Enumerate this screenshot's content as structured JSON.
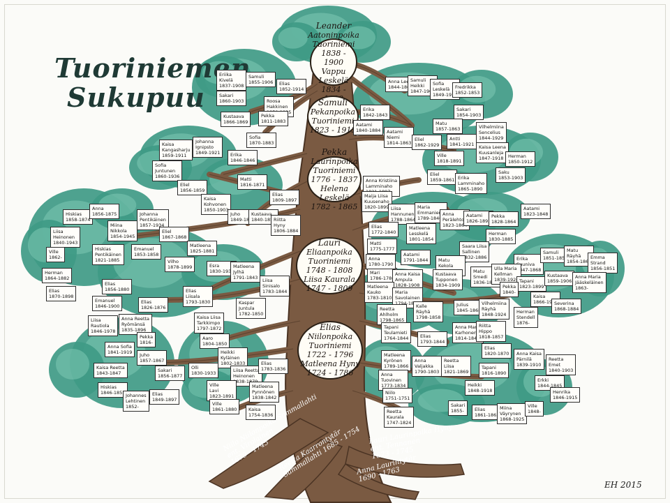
{
  "title": {
    "line1": "Tuoriniemen",
    "line2": "Sukupuu"
  },
  "signature": "EH 2015",
  "colors": {
    "foliage": "#3f9a85",
    "foliage_light": "#7ec8b4",
    "trunk": "#7a5a42",
    "trunk_dark": "#4a3323",
    "box": "#fffefa"
  },
  "ancestors": [
    {
      "id": "leander",
      "lines": [
        "Leander",
        "Aatoninpoika",
        "Tuoriniemi",
        "1838 - 1900",
        "Vappu Leskelä",
        "1834 - 1890"
      ]
    },
    {
      "id": "samuli",
      "lines": [
        "Samuli",
        "Pekanpoika",
        "Tuoriniemi",
        "1823 - 1915"
      ]
    },
    {
      "id": "pekka",
      "lines": [
        "Pekka",
        "Laurinpoika",
        "Tuoriniemi",
        "1776 - 1837",
        "Helena Leskelä",
        "1782 - 1865"
      ]
    },
    {
      "id": "lauri",
      "lines": [
        "Lauri",
        "Eliaanpoika",
        "Tuoriniemi",
        "1748 - 1808",
        "Liisa Kaurala",
        "1747 - 1809"
      ]
    },
    {
      "id": "elias",
      "lines": [
        "Elias",
        "Niilonpoika",
        "Tuoriniemi",
        "1722 - 1796",
        "Matleena Hyny",
        "1724 - 1786"
      ]
    }
  ],
  "roots": [
    {
      "id": "niilo",
      "lines": [
        "Niilo Niilonpoika Sammallahti",
        "ent. Virolainen",
        "1679 - 1745"
      ]
    },
    {
      "id": "reetta",
      "lines": [
        "Reetta Kaarrontytär",
        "Sammallahti 1685 - 1754"
      ]
    },
    {
      "id": "lauri-hyny",
      "lines": [
        "Lauri Laurinpoika Hyny",
        "ent. Tennanen",
        "1673 - 1745"
      ]
    },
    {
      "id": "anna",
      "lines": [
        "Anna Laurintytär",
        "1690 - 1763"
      ]
    }
  ],
  "people": [
    {
      "id": "p1",
      "lines": [
        "Eriika",
        "Kivelä",
        "1837-1908"
      ]
    },
    {
      "id": "p2",
      "lines": [
        "Samuli",
        "1855-1906"
      ]
    },
    {
      "id": "p3",
      "lines": [
        "Elias",
        "1852-1914"
      ]
    },
    {
      "id": "p4",
      "lines": [
        "Sakari",
        "1860-1903"
      ]
    },
    {
      "id": "p5",
      "lines": [
        "Roosa",
        "Hakkinen",
        "1850-1925"
      ]
    },
    {
      "id": "p6",
      "lines": [
        "Pekka",
        "1811-1883"
      ]
    },
    {
      "id": "p7",
      "lines": [
        "Kustaava",
        "1866-1869"
      ]
    },
    {
      "id": "p8",
      "lines": [
        "Sofia",
        "1870-1883"
      ]
    },
    {
      "id": "p9",
      "lines": [
        "Anna Leena",
        "1844-1866"
      ]
    },
    {
      "id": "p10",
      "lines": [
        "Samuli",
        "Heikki",
        "1847-1903"
      ]
    },
    {
      "id": "p11",
      "lines": [
        "Sofia",
        "Leskelä",
        "1849-1918"
      ]
    },
    {
      "id": "p12",
      "lines": [
        "Fredrikka",
        "1852-1853"
      ]
    },
    {
      "id": "p13",
      "lines": [
        "Erika",
        "1842-1843"
      ]
    },
    {
      "id": "p14",
      "lines": [
        "Sakari",
        "1854-1903"
      ]
    },
    {
      "id": "p15",
      "lines": [
        "Aatami",
        "1840-1884"
      ]
    },
    {
      "id": "p16",
      "lines": [
        "Matu",
        "1857-1863"
      ]
    },
    {
      "id": "p17",
      "lines": [
        "Aatami",
        "Niemi",
        "1814-1863"
      ]
    },
    {
      "id": "p18",
      "lines": [
        "Vilhelmiina",
        "Sencelius",
        "1844-1929"
      ]
    },
    {
      "id": "p19",
      "lines": [
        "Antti",
        "1841-1921"
      ]
    },
    {
      "id": "p20",
      "lines": [
        "Eliel",
        "1862-1929"
      ]
    },
    {
      "id": "p21",
      "lines": [
        "Kaisa Leena",
        "Kuusanleja",
        "1847-1918"
      ]
    },
    {
      "id": "p22",
      "lines": [
        "Ville",
        "1818-1891"
      ]
    },
    {
      "id": "p23",
      "lines": [
        "Herman",
        "1850-1912"
      ]
    },
    {
      "id": "p24",
      "lines": [
        "Saku",
        "1853-1903"
      ]
    },
    {
      "id": "p25",
      "lines": [
        "Eliel",
        "1859-1861"
      ]
    },
    {
      "id": "p26",
      "lines": [
        "Erika",
        "Lamminaho",
        "1865-1890"
      ]
    },
    {
      "id": "p27",
      "lines": [
        "Kaisa",
        "Kangasharju",
        "1859-1911"
      ]
    },
    {
      "id": "p28",
      "lines": [
        "Johanna",
        "Ignipsto",
        "1849-1921"
      ]
    },
    {
      "id": "p29",
      "lines": [
        "Sofia",
        "Juntunen",
        "1860-1936"
      ]
    },
    {
      "id": "p30",
      "lines": [
        "Erika",
        "1846-1846"
      ]
    },
    {
      "id": "p31",
      "lines": [
        "Eliel",
        "1856-1859"
      ]
    },
    {
      "id": "p32",
      "lines": [
        "Matti",
        "1816-1871"
      ]
    },
    {
      "id": "p33",
      "lines": [
        "Kaisa",
        "Kohvonen",
        "1850-1903"
      ]
    },
    {
      "id": "p34",
      "lines": [
        "Elias",
        "1809-1897"
      ]
    },
    {
      "id": "p35",
      "lines": [
        "Juho",
        "1849-1888"
      ]
    },
    {
      "id": "p36",
      "lines": [
        "Kustaava",
        "1840-1853"
      ]
    },
    {
      "id": "p37",
      "lines": [
        "Riitta",
        "Hyny",
        "1806-1884"
      ]
    },
    {
      "id": "p38",
      "lines": [
        "Anna Kristiina",
        "Lamminaho",
        "1821-1897"
      ]
    },
    {
      "id": "p39",
      "lines": [
        "Maija Liisa",
        "Kuusenaho",
        "1820-1899"
      ]
    },
    {
      "id": "p40",
      "lines": [
        "Liisa",
        "Hannunen",
        "1788-1864"
      ]
    },
    {
      "id": "p41",
      "lines": [
        "Maria",
        "Emmaniemi",
        "1789-1840"
      ]
    },
    {
      "id": "p42",
      "lines": [
        "Aatami",
        "1823-1848"
      ]
    },
    {
      "id": "p43",
      "lines": [
        "Elias",
        "1772-1840"
      ]
    },
    {
      "id": "p44",
      "lines": [
        "Matleena",
        "Lesskelä",
        "1801-1854"
      ]
    },
    {
      "id": "p45",
      "lines": [
        "Anna",
        "Perälehto",
        "1823-1864"
      ]
    },
    {
      "id": "p46",
      "lines": [
        "Aatami",
        "1826-1893"
      ]
    },
    {
      "id": "p47",
      "lines": [
        "Pekka",
        "1828-1864"
      ]
    },
    {
      "id": "p48",
      "lines": [
        "Herman",
        "1830-1885"
      ]
    },
    {
      "id": "p49",
      "lines": [
        "Matti",
        "1775-1777"
      ]
    },
    {
      "id": "p50",
      "lines": [
        "Aatami",
        "1791-1844"
      ]
    },
    {
      "id": "p51",
      "lines": [
        "Saara Liisa",
        "Sallinen",
        "1832-1886"
      ]
    },
    {
      "id": "p52",
      "lines": [
        "Erika",
        "Suuniva",
        "1847-1868"
      ]
    },
    {
      "id": "p53",
      "lines": [
        "Samuli",
        "1851-1856"
      ]
    },
    {
      "id": "p54",
      "lines": [
        "Matu",
        "Räyhä",
        "1854-1864"
      ]
    },
    {
      "id": "p55",
      "lines": [
        "Emma",
        "Strand",
        "1856-1851"
      ]
    },
    {
      "id": "p56",
      "lines": [
        "Mari",
        "1786-1786"
      ]
    },
    {
      "id": "p57",
      "lines": [
        "Matu",
        "Kekola",
        "1833-1893"
      ]
    },
    {
      "id": "p58",
      "lines": [
        "Anna",
        "1780-1790"
      ]
    },
    {
      "id": "p59",
      "lines": [
        "Anna Kaisa",
        "Ampula",
        "1828-1908"
      ]
    },
    {
      "id": "p60",
      "lines": [
        "Kustaava",
        "Tupponen",
        "1834-1909"
      ]
    },
    {
      "id": "p61",
      "lines": [
        "Matu",
        "Smedi",
        "1836-1870"
      ]
    },
    {
      "id": "p62",
      "lines": [
        "Ulla Maria",
        "Kellman",
        "1839-1926"
      ]
    },
    {
      "id": "p63",
      "lines": [
        "Tapani",
        "1823-1899"
      ]
    },
    {
      "id": "p64",
      "lines": [
        "Kustaava",
        "1859-1906"
      ]
    },
    {
      "id": "p65",
      "lines": [
        "Anna Maria",
        "Jääskeläinen",
        "1863-"
      ]
    },
    {
      "id": "p66",
      "lines": [
        "Matleena",
        "Kauko",
        "1783-1810"
      ]
    },
    {
      "id": "p67",
      "lines": [
        "Maria",
        "Savolainen",
        "1794-1854"
      ]
    },
    {
      "id": "p68",
      "lines": [
        "Pekka",
        "1840-"
      ]
    },
    {
      "id": "p69",
      "lines": [
        "Kaisa",
        "1866-1914"
      ]
    },
    {
      "id": "p70",
      "lines": [
        "Severina",
        "1868-1884"
      ]
    },
    {
      "id": "p71",
      "lines": [
        "Reetta",
        "Ahlholm",
        "1798-1865"
      ]
    },
    {
      "id": "p72",
      "lines": [
        "Kalle",
        "Räyhä",
        "1798-1858"
      ]
    },
    {
      "id": "p73",
      "lines": [
        "Julius",
        "1845-1868"
      ]
    },
    {
      "id": "p74",
      "lines": [
        "Vilhelmiina",
        "Räyhä",
        "1848-1924"
      ]
    },
    {
      "id": "p75",
      "lines": [
        "Herman",
        "Stendell",
        "1876-"
      ]
    },
    {
      "id": "p76",
      "lines": [
        "Tapani",
        "Teulamieti",
        "1764-1844"
      ]
    },
    {
      "id": "p77",
      "lines": [
        "Anna Maria",
        "Karhonen",
        "1814-1840"
      ]
    },
    {
      "id": "p78",
      "lines": [
        "Elias",
        "1793-1844"
      ]
    },
    {
      "id": "p79",
      "lines": [
        "Riitta",
        "Hippo",
        "1818-1857"
      ]
    },
    {
      "id": "p80",
      "lines": [
        "Elias",
        "1820-1870"
      ]
    },
    {
      "id": "p81",
      "lines": [
        "Anna Kaisa",
        "Pärnilä",
        "1839-1910"
      ]
    },
    {
      "id": "p82",
      "lines": [
        "Reetta",
        "Emet",
        "1840-1903"
      ]
    },
    {
      "id": "p83",
      "lines": [
        "Matleena",
        "Kyrönen",
        "1789-1866"
      ]
    },
    {
      "id": "p84",
      "lines": [
        "Anna",
        "Valjakka",
        "1790-1803"
      ]
    },
    {
      "id": "p85",
      "lines": [
        "Reetta",
        "Liisa",
        "1821-1869"
      ]
    },
    {
      "id": "p86",
      "lines": [
        "Tapani",
        "1816-1890"
      ]
    },
    {
      "id": "p87",
      "lines": [
        "Erkki",
        "1844-1845"
      ]
    },
    {
      "id": "p88",
      "lines": [
        "Anna",
        "Tuovinen",
        "1773-1834"
      ]
    },
    {
      "id": "p89",
      "lines": [
        "Heikki",
        "1848-1918"
      ]
    },
    {
      "id": "p90",
      "lines": [
        "Henrika",
        "1846-1915"
      ]
    },
    {
      "id": "p91",
      "lines": [
        "Niilo",
        "1751-1751"
      ]
    },
    {
      "id": "p92",
      "lines": [
        "Sakari",
        "1855-"
      ]
    },
    {
      "id": "p93",
      "lines": [
        "Elias",
        "1861-1863"
      ]
    },
    {
      "id": "p94",
      "lines": [
        "Miina",
        "Väyrynen",
        "1868-1925"
      ]
    },
    {
      "id": "p95",
      "lines": [
        "Ville",
        "1848-"
      ]
    },
    {
      "id": "p96",
      "lines": [
        "Reetta",
        "Kaurala",
        "1747-1824"
      ]
    },
    {
      "id": "p97",
      "lines": [
        "Hiskias",
        "1858-1874"
      ]
    },
    {
      "id": "p98",
      "lines": [
        "Anna",
        "1856-1875"
      ]
    },
    {
      "id": "p99",
      "lines": [
        "Johanna",
        "Pentikäinen",
        "1857-1934"
      ]
    },
    {
      "id": "p100",
      "lines": [
        "Liisa",
        "Heinonen",
        "1840-1943"
      ]
    },
    {
      "id": "p101",
      "lines": [
        "Miina",
        "Nikkola",
        "1854-1945"
      ]
    },
    {
      "id": "p102",
      "lines": [
        "Eliel",
        "1867-1868"
      ]
    },
    {
      "id": "p103",
      "lines": [
        "Hiskias",
        "Pentikäinen",
        "1821-1885"
      ]
    },
    {
      "id": "p104",
      "lines": [
        "Emanuel",
        "1853-1858"
      ]
    },
    {
      "id": "p105",
      "lines": [
        "Matleena",
        "1825-1881"
      ]
    },
    {
      "id": "p106",
      "lines": [
        "Ville",
        "1862-"
      ]
    },
    {
      "id": "p107",
      "lines": [
        "Herman",
        "1864-1882"
      ]
    },
    {
      "id": "p108",
      "lines": [
        "Vilho",
        "1878-1899"
      ]
    },
    {
      "id": "p109",
      "lines": [
        "Esra",
        "1830-1931"
      ]
    },
    {
      "id": "p110",
      "lines": [
        "Matleena",
        "Jylhä",
        "1791-1843"
      ]
    },
    {
      "id": "p111",
      "lines": [
        "Elias",
        "1856-1880"
      ]
    },
    {
      "id": "p112",
      "lines": [
        "Liisa",
        "Sinisalo",
        "1783-1844"
      ]
    },
    {
      "id": "p113",
      "lines": [
        "Elias",
        "1870-1898"
      ]
    },
    {
      "id": "p114",
      "lines": [
        "Elias",
        "Liisala",
        "1793-1830"
      ]
    },
    {
      "id": "p115",
      "lines": [
        "Emanuel",
        "1846-1900"
      ]
    },
    {
      "id": "p116",
      "lines": [
        "Elias",
        "1826-1876"
      ]
    },
    {
      "id": "p117",
      "lines": [
        "Kaspar",
        "Juntula",
        "1782-1850"
      ]
    },
    {
      "id": "p118",
      "lines": [
        "Liisa",
        "Rautiola",
        "1846-1978"
      ]
    },
    {
      "id": "p119",
      "lines": [
        "Anna Reetta",
        "Ryömänsä",
        "1835-1896"
      ]
    },
    {
      "id": "p120",
      "lines": [
        "Kaisa Liisa",
        "Tarkkimpo",
        "1797-1872"
      ]
    },
    {
      "id": "p121",
      "lines": [
        "Pekka",
        "1816-"
      ]
    },
    {
      "id": "p122",
      "lines": [
        "Aaro",
        "1804-1850"
      ]
    },
    {
      "id": "p123",
      "lines": [
        "Anna Sofia",
        "1841-1919"
      ]
    },
    {
      "id": "p124",
      "lines": [
        "Juho",
        "1857-1867"
      ]
    },
    {
      "id": "p125",
      "lines": [
        "Heikki",
        "Kyläinen",
        "1802-1833"
      ]
    },
    {
      "id": "p126",
      "lines": [
        "Kaisa Reetta",
        "1843-1847"
      ]
    },
    {
      "id": "p127",
      "lines": [
        "Sakari",
        "1856-1877"
      ]
    },
    {
      "id": "p128",
      "lines": [
        "Olli",
        "1830-1933"
      ]
    },
    {
      "id": "p129",
      "lines": [
        "Liisa Reetta",
        "Heinonen",
        "1838-1879"
      ]
    },
    {
      "id": "p130",
      "lines": [
        "Elias",
        "1783-1836"
      ]
    },
    {
      "id": "p131",
      "lines": [
        "Hiskias",
        "1846-1851"
      ]
    },
    {
      "id": "p132",
      "lines": [
        "Johannes",
        "Lehtinen",
        "1852-"
      ]
    },
    {
      "id": "p133",
      "lines": [
        "Elias",
        "1849-1897"
      ]
    },
    {
      "id": "p134",
      "lines": [
        "Ville",
        "Lavi",
        "1823-1891"
      ]
    },
    {
      "id": "p135",
      "lines": [
        "Matleena",
        "Pynnönen",
        "1838-1842"
      ]
    },
    {
      "id": "p136",
      "lines": [
        "Ville",
        "1861-1880"
      ]
    },
    {
      "id": "p137",
      "lines": [
        "Kaisa",
        "1754-1836"
      ]
    }
  ]
}
